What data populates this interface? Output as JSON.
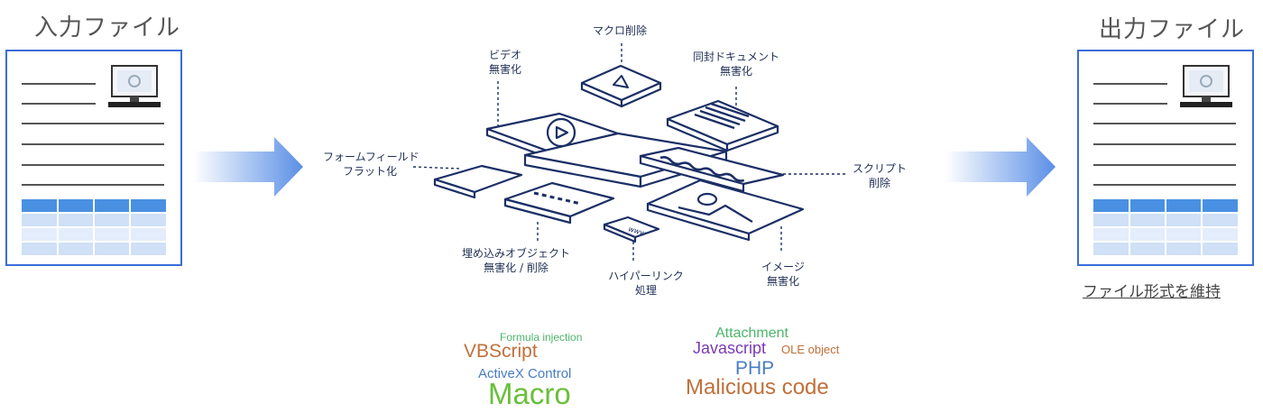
{
  "input_title": "入力ファイル",
  "output_title": "出力ファイル",
  "output_caption": "ファイル形式を維持",
  "labels": {
    "macro": "マクロ削除",
    "video_l1": "ビデオ",
    "video_l2": "無害化",
    "attached_l1": "同封ドキュメント",
    "attached_l2": "無害化",
    "form_l1": "フォームフィールド",
    "form_l2": "フラット化",
    "script_l1": "スクリプト",
    "script_l2": "削除",
    "embedded_l1": "埋め込みオブジェクト",
    "embedded_l2": "無害化 / 削除",
    "hyperlink_l1": "ハイパーリンク",
    "hyperlink_l2": "処理",
    "image_l1": "イメージ",
    "image_l2": "無害化",
    "www": "www"
  },
  "word_cloud": {
    "formula": "Formula injection",
    "vbscript": "VBScript",
    "activex": "ActiveX  Control",
    "macro": "Macro",
    "attachment": "Attachment",
    "javascript": "Javascript",
    "ole": "OLE object",
    "php": "PHP",
    "malicious": "Malicious code"
  },
  "colors": {
    "doc_border": "#3a6ed8",
    "table_header": "#4a90e2",
    "table_row": "#cfe0f7",
    "diagram_stroke": "#1b2f66",
    "arrow": "#5a8fe6",
    "green": "#4cb56a",
    "brown": "#c0703a",
    "blue": "#4a7cc4",
    "lime": "#6abf3a",
    "purple": "#7a3ab5"
  }
}
